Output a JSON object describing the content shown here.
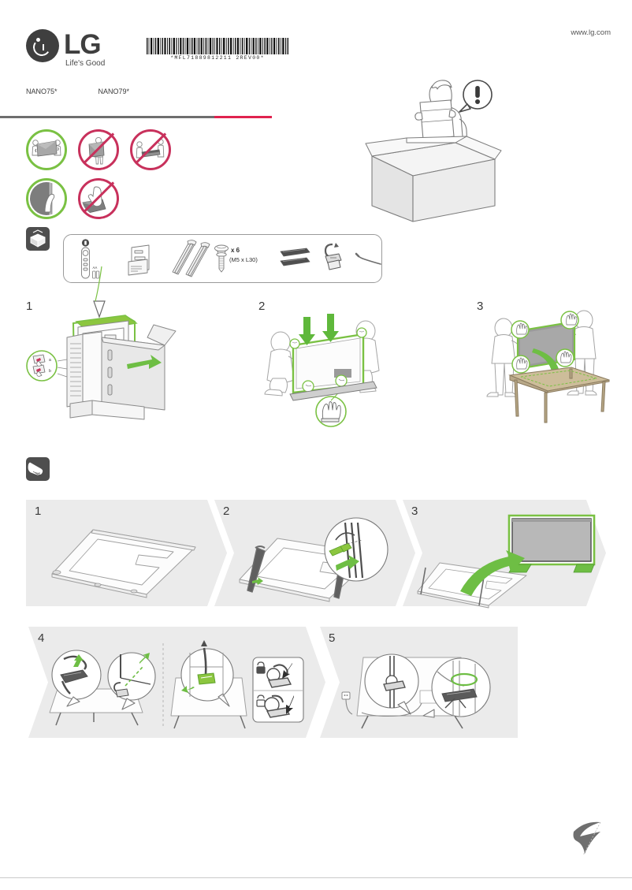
{
  "header": {
    "brand_name": "LG",
    "brand_tagline": "Life's Good",
    "website": "www.lg.com",
    "barcode_text": "*MFL71889812211 2REV00*",
    "barcode_value": "MFL71889812211 2REV00",
    "models": [
      "NANO75*",
      "NANO79*"
    ],
    "divider_color": "#6e6e6e",
    "accent_color": "#e0224e"
  },
  "handling_warnings": {
    "ok_color": "#7ac143",
    "forbidden_color": "#c8315c",
    "items": [
      {
        "id": "carry-two-people",
        "status": "allowed",
        "description": "Two people carrying the TV by the edges"
      },
      {
        "id": "carry-one-person-front",
        "status": "forbidden",
        "description": "One person carrying the TV alone from the front"
      },
      {
        "id": "carry-screen-down",
        "status": "forbidden",
        "description": "Carrying the TV with the screen facing down"
      },
      {
        "id": "hold-bezel-edge",
        "status": "allowed",
        "description": "Holding the TV by the bezel edge"
      },
      {
        "id": "touch-screen-surface",
        "status": "forbidden",
        "description": "Touching or pressing the screen surface"
      }
    ]
  },
  "box_notice": {
    "id": "read-manual-at-box",
    "alert_symbol": "!",
    "description": "Read the manual before unpacking the box"
  },
  "accessories": {
    "icon": "open-box-icon",
    "items": [
      {
        "id": "remote-control",
        "label": "",
        "note": "AA"
      },
      {
        "id": "manual-and-cards",
        "label": ""
      },
      {
        "id": "stand-legs",
        "label": ""
      },
      {
        "id": "screws",
        "qty": "x 6",
        "spec": "(M5 x L30)"
      },
      {
        "id": "cable-covers",
        "label": ""
      },
      {
        "id": "cable-clip",
        "label": ""
      },
      {
        "id": "cable-tie",
        "label": ""
      }
    ]
  },
  "unboxing": {
    "steps": [
      {
        "num": "1",
        "id": "open-box-and-slide-out",
        "description": "Open the carton flaps and slide the TV out of the packaging"
      },
      {
        "num": "2",
        "id": "lift-tv-two-people",
        "description": "Two people lift the TV straight up holding the bottom edge"
      },
      {
        "num": "3",
        "id": "place-tv-face-down",
        "description": "Place the TV screen-down on a soft padded table"
      }
    ]
  },
  "assembly": {
    "icon": "pointing-hand-icon",
    "steps": [
      {
        "num": "1",
        "id": "tv-face-down-on-cloth",
        "description": "Lay the TV face down on a flat padded surface"
      },
      {
        "num": "2",
        "id": "attach-stand-legs",
        "description": "Attach the stand legs and fasten with screws"
      },
      {
        "num": "3",
        "id": "stand-tv-upright",
        "description": "Lift the TV upright onto the assembled stand"
      },
      {
        "num": "4",
        "id": "attach-cable-cover-and-clip",
        "description": "Attach the cable cover and snap the cable holder, lock and unlock detail"
      },
      {
        "num": "5",
        "id": "route-and-bundle-cables",
        "description": "Route the cables through the holder and bundle them with the tie"
      }
    ]
  },
  "footer": {
    "mark": "swoosh-mark"
  }
}
